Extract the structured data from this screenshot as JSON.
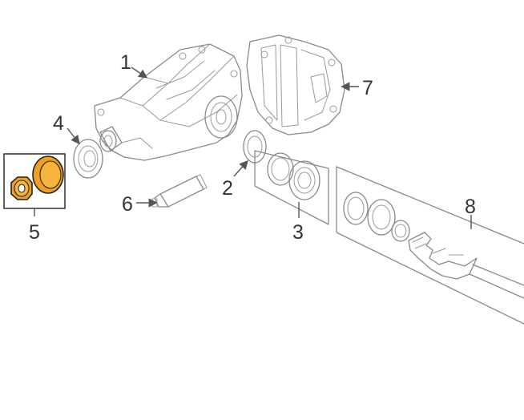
{
  "diagram": {
    "callouts": [
      {
        "id": "1",
        "label": "1"
      },
      {
        "id": "2",
        "label": "2"
      },
      {
        "id": "3",
        "label": "3"
      },
      {
        "id": "4",
        "label": "4"
      },
      {
        "id": "5",
        "label": "5"
      },
      {
        "id": "6",
        "label": "6"
      },
      {
        "id": "7",
        "label": "7"
      },
      {
        "id": "8",
        "label": "8"
      }
    ],
    "colors": {
      "highlight_fill": "#f0a020",
      "highlight_stroke": "#222222",
      "line_art": "#8a8a8a",
      "label_text": "#333333",
      "background": "#ffffff"
    }
  }
}
